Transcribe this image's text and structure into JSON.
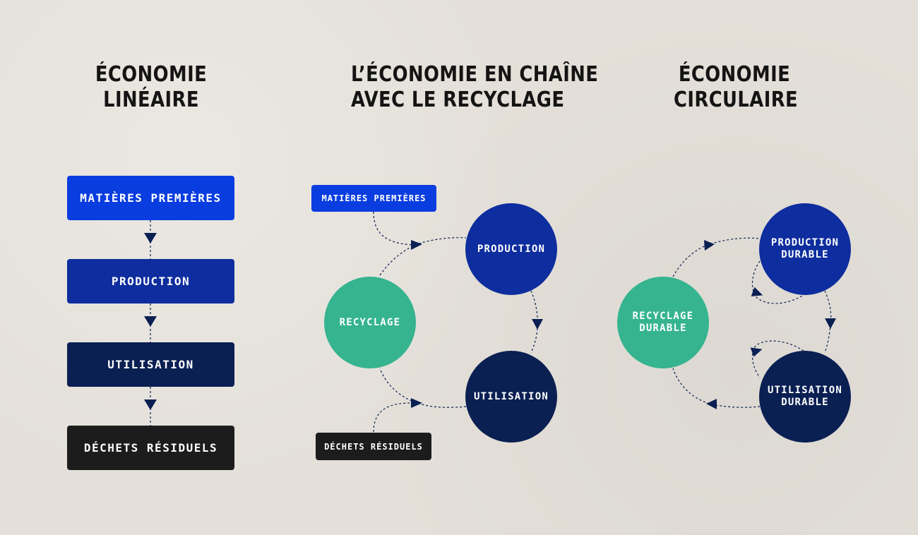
{
  "titles": {
    "linear": [
      "ÉCONOMIE",
      "LINÉAIRE"
    ],
    "chain": [
      "L’ÉCONOMIE EN CHAÎNE",
      "AVEC LE RECYCLAGE"
    ],
    "circular": [
      "ÉCONOMIE",
      "CIRCULAIRE"
    ]
  },
  "linear": {
    "raw_materials": "MATIÈRES PREMIÈRES",
    "production": "PRODUCTION",
    "use": "UTILISATION",
    "waste": "DÉCHETS RÉSIDUELS"
  },
  "chain": {
    "raw_materials": "MATIÈRES PREMIÈRES",
    "production": "PRODUCTION",
    "recycling": "RECYCLAGE",
    "use": "UTILISATION",
    "waste": "DÉCHETS RÉSIDUELS"
  },
  "circular": {
    "production": [
      "PRODUCTION",
      "DURABLE"
    ],
    "recycling": [
      "RECYCLAGE",
      "DURABLE"
    ],
    "use": [
      "UTILISATION",
      "DURABLE"
    ]
  },
  "colors": {
    "bright_blue": "#0a3de0",
    "medium_blue": "#0e2d9e",
    "dark_navy": "#0a1f52",
    "black": "#1c1c1c",
    "green": "#35b48f",
    "arrow": "#0a1f52"
  }
}
